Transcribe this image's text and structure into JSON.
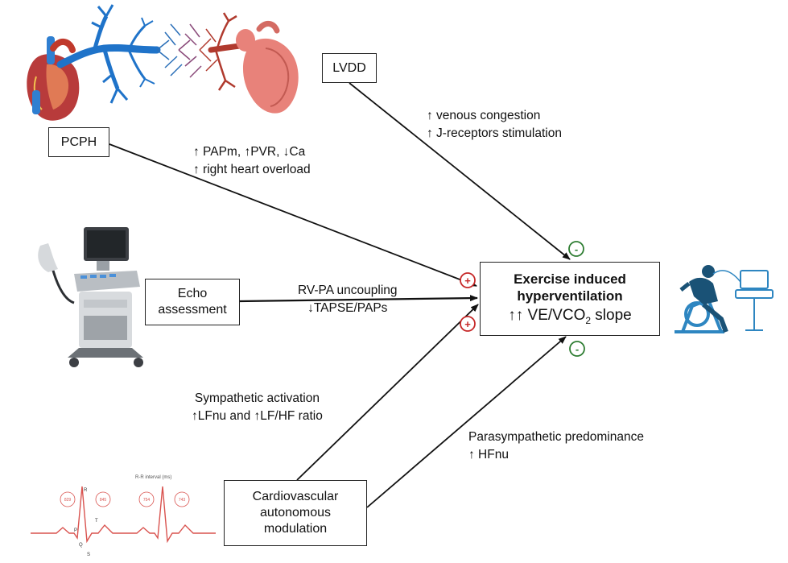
{
  "nodes": {
    "lvdd": "LVDD",
    "pcph": "PCPH",
    "echo": "Echo\nassessment",
    "cam": "Cardiovascular\nautonomous\nmodulation",
    "outcome": {
      "line1": "Exercise induced",
      "line2": "hyperventilation",
      "line3_prefix": "↑↑ VE/VCO",
      "line3_sub": "2",
      "line3_suffix": " slope"
    }
  },
  "edges": {
    "lvdd": {
      "line1": "↑ venous congestion",
      "line2": "↑ J-receptors stimulation",
      "sign": "-"
    },
    "pcph": {
      "line1": "↑ PAPm, ↑PVR, ↓Ca",
      "line2": "↑ right heart overload",
      "sign": "+"
    },
    "echo": {
      "line1": "RV-PA uncoupling",
      "line2": "↓TAPSE/PAPs",
      "sign": "+"
    },
    "sympathetic": {
      "line1": "Sympathetic activation",
      "line2": "↑LFnu and ↑LF/HF ratio",
      "sign": "+"
    },
    "parasympathetic": {
      "line1": "Parasympathetic predominance",
      "line2": "↑ HFnu",
      "sign": "-"
    }
  },
  "ecg": {
    "title": "R-R interval (ms)",
    "intervals": [
      "829",
      "845",
      "754",
      "743"
    ],
    "wave_labels": {
      "p": "P",
      "q": "Q",
      "r": "R",
      "s": "S",
      "t": "T"
    }
  },
  "colors": {
    "positive": "#c62828",
    "negative": "#2e7d32",
    "heart": "#c0392b",
    "vessel_blue": "#1f73c9",
    "vessel_red": "#b03a2e",
    "bike": "#2e86c1",
    "ecg": "#d9534f"
  }
}
